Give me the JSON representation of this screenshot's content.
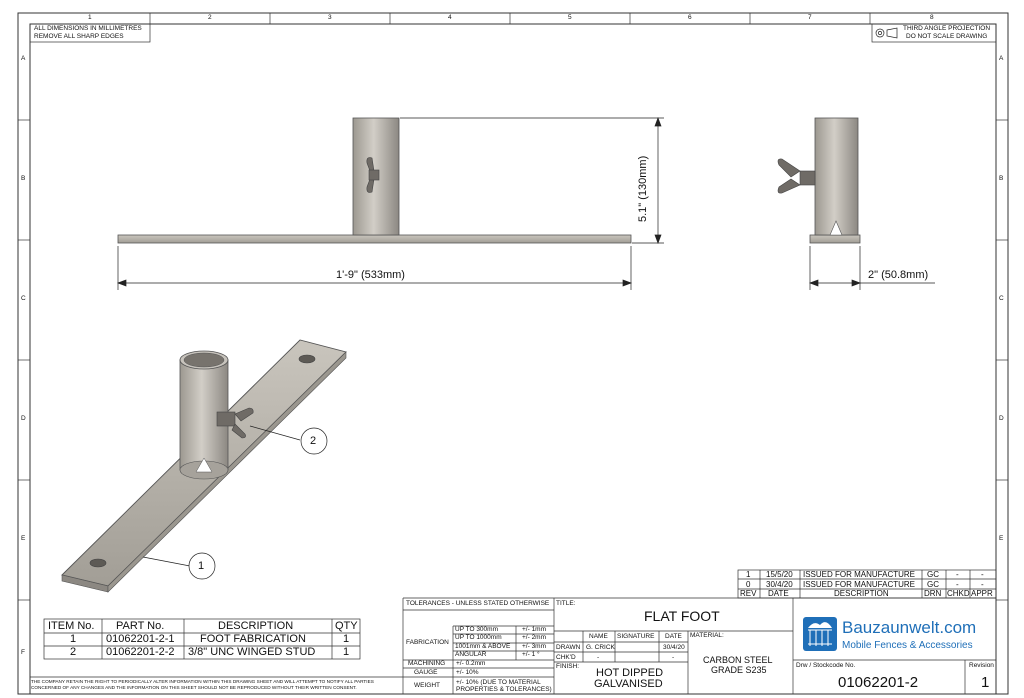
{
  "grid": {
    "columns": [
      "1",
      "2",
      "3",
      "4",
      "5",
      "6",
      "7",
      "8"
    ],
    "rows": [
      "A",
      "B",
      "C",
      "D",
      "E",
      "F"
    ]
  },
  "notes": {
    "line1": "ALL DIMENSIONS IN MILLIMETRES",
    "line2": "REMOVE ALL SHARP EDGES"
  },
  "projection": {
    "line1": "THIRD ANGLE PROJECTION",
    "line2": "DO NOT SCALE DRAWING"
  },
  "dimensions": {
    "height": "5.1\" (130mm)",
    "length": "1'-9\" (533mm)",
    "width": "2\" (50.8mm)"
  },
  "balloons": {
    "one": "1",
    "two": "2"
  },
  "bom": {
    "headers": [
      "ITEM No.",
      "PART No.",
      "DESCRIPTION",
      "QTY"
    ],
    "rows": [
      [
        "1",
        "01062201-2-1",
        "FOOT FABRICATION",
        "1"
      ],
      [
        "2",
        "01062201-2-2",
        "3/8\" UNC WINGED STUD",
        "1"
      ]
    ]
  },
  "revisions": {
    "headers": [
      "REV",
      "DATE",
      "DESCRIPTION",
      "DRN",
      "CHKD",
      "APPR"
    ],
    "rows": [
      [
        "1",
        "15/5/20",
        "ISSUED FOR MANUFACTURE",
        "GC",
        "-",
        "-"
      ],
      [
        "0",
        "30/4/20",
        "ISSUED FOR MANUFACTURE",
        "GC",
        "-",
        "-"
      ]
    ]
  },
  "tolerances": {
    "title": "TOLERANCES - UNLESS STATED OTHERWISE",
    "fabrication_label": "FABRICATION",
    "fab_rows": [
      [
        "UP TO 300mm",
        "+/- 1mm"
      ],
      [
        "UP TO 1000mm",
        "+/- 2mm"
      ],
      [
        "1001mm & ABOVE",
        "+/- 3mm"
      ],
      [
        "ANGULAR",
        "+/- 1 °"
      ]
    ],
    "machining_label": "MACHINING",
    "machining": "+/- 0.2mm",
    "gauge_label": "GAUGE",
    "gauge": "+/- 10%",
    "weight_label": "WEIGHT",
    "weight": "+/- 10% (DUE TO MATERIAL PROPERTIES & TOLERANCES)"
  },
  "title_block": {
    "title_label": "TITLE:",
    "title": "FLAT FOOT",
    "name_header": "NAME",
    "signature_header": "SIGNATURE",
    "date_header": "DATE",
    "drawn_label": "DRAWN",
    "drawn_name": "G. CRICK",
    "drawn_date": "30/4/20",
    "chkd_label": "CHK'D",
    "chkd_name": "-",
    "chkd_date": "-",
    "finish_label": "FINISH:",
    "finish_line1": "HOT DIPPED",
    "finish_line2": "GALVANISED",
    "material_label": "MATERIAL:",
    "material_line1": "CARBON STEEL",
    "material_line2": "GRADE S235",
    "drw_label": "Drw / Stockcode No.",
    "drw_no": "01062201-2",
    "revision_label": "Revision",
    "revision": "1"
  },
  "brand": {
    "name": "Bauzaunwelt.com",
    "tagline": "Mobile Fences & Accessories"
  },
  "disclaimer": {
    "line1": "THE COMPANY RETAIN THE RIGHT TO PERIODICALLY ALTER INFORMATION WITHIN THIS DRAWING SHEET AND WILL ATTEMPT TO NOTIFY ALL PARTIES",
    "line2": "CONCERNED OF ANY CHANGES AND THE INFORMATION ON THIS SHEET SHOULD NOT BE REPRODUCED WITHOUT THEIR WRITTEN CONSENT."
  },
  "colors": {
    "brand_blue": "#1f6fb8",
    "metal": "#b5b1aa",
    "metal_dark": "#8a8680"
  }
}
